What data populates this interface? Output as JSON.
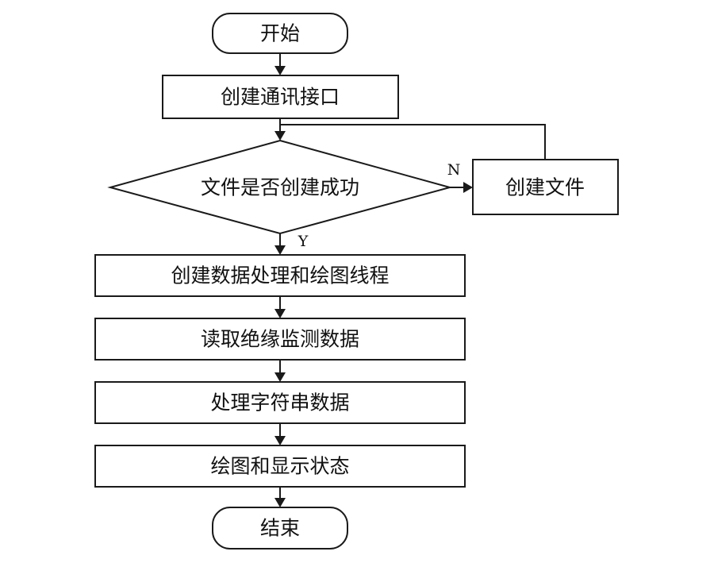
{
  "flowchart": {
    "start": "开始",
    "create_interface": "创建通讯接口",
    "decision": "文件是否创建成功",
    "create_file": "创建文件",
    "branch_no": "N",
    "branch_yes": "Y",
    "create_threads": "创建数据处理和绘图线程",
    "read_data": "读取绝缘监测数据",
    "process_string": "处理字符串数据",
    "draw_display": "绘图和显示状态",
    "end": "结束"
  }
}
